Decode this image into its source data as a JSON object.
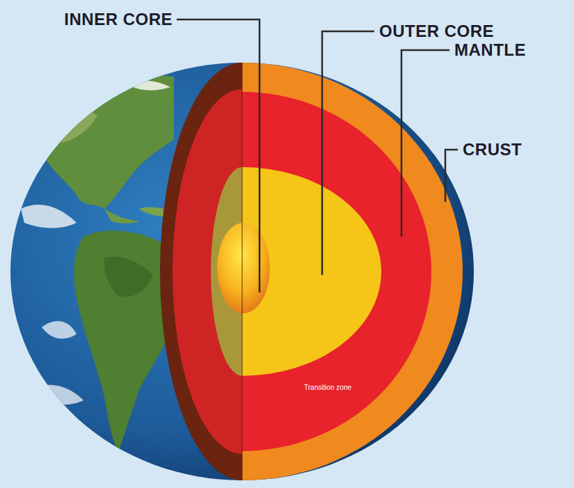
{
  "diagram": {
    "labels": [
      "INNER CORE",
      "OUTER CORE",
      "MANTLE",
      "CRUST",
      "Transition zone"
    ]
  }
}
